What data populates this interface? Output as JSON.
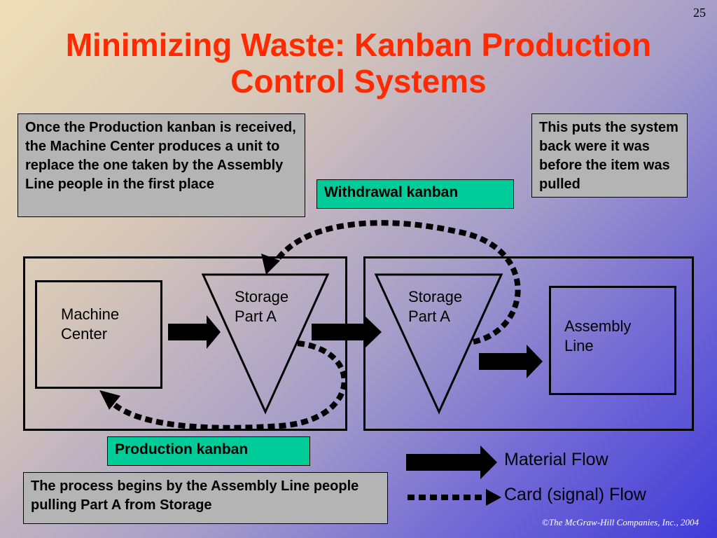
{
  "page_number": "25",
  "title": {
    "line1": "Minimizing Waste: Kanban Production",
    "line2": "Control Systems"
  },
  "notes": {
    "top_left": "Once the Production kanban is received, the Machine Center produces a unit to replace the one taken by the Assembly Line people in the first place",
    "top_right": "This puts the system back were it was before the item was pulled",
    "bottom_left": "The process begins by the Assembly Line people pulling Part A from Storage"
  },
  "tags": {
    "withdrawal": "Withdrawal kanban",
    "production": "Production kanban"
  },
  "stations": {
    "machine_center": {
      "line1": "Machine",
      "line2": "Center"
    },
    "storage_1": {
      "line1": "Storage",
      "line2": "Part A"
    },
    "storage_2": {
      "line1": "Storage",
      "line2": "Part A"
    },
    "assembly_line": {
      "line1": "Assembly",
      "line2": "Line"
    }
  },
  "legend": {
    "material": "Material Flow",
    "card": "Card (signal) Flow"
  },
  "copyright": "©The McGraw-Hill Companies, Inc., 2004",
  "colors": {
    "title": "#ff2a00",
    "note_bg": "#b4b4b4",
    "tag_bg": "#00cc99"
  }
}
